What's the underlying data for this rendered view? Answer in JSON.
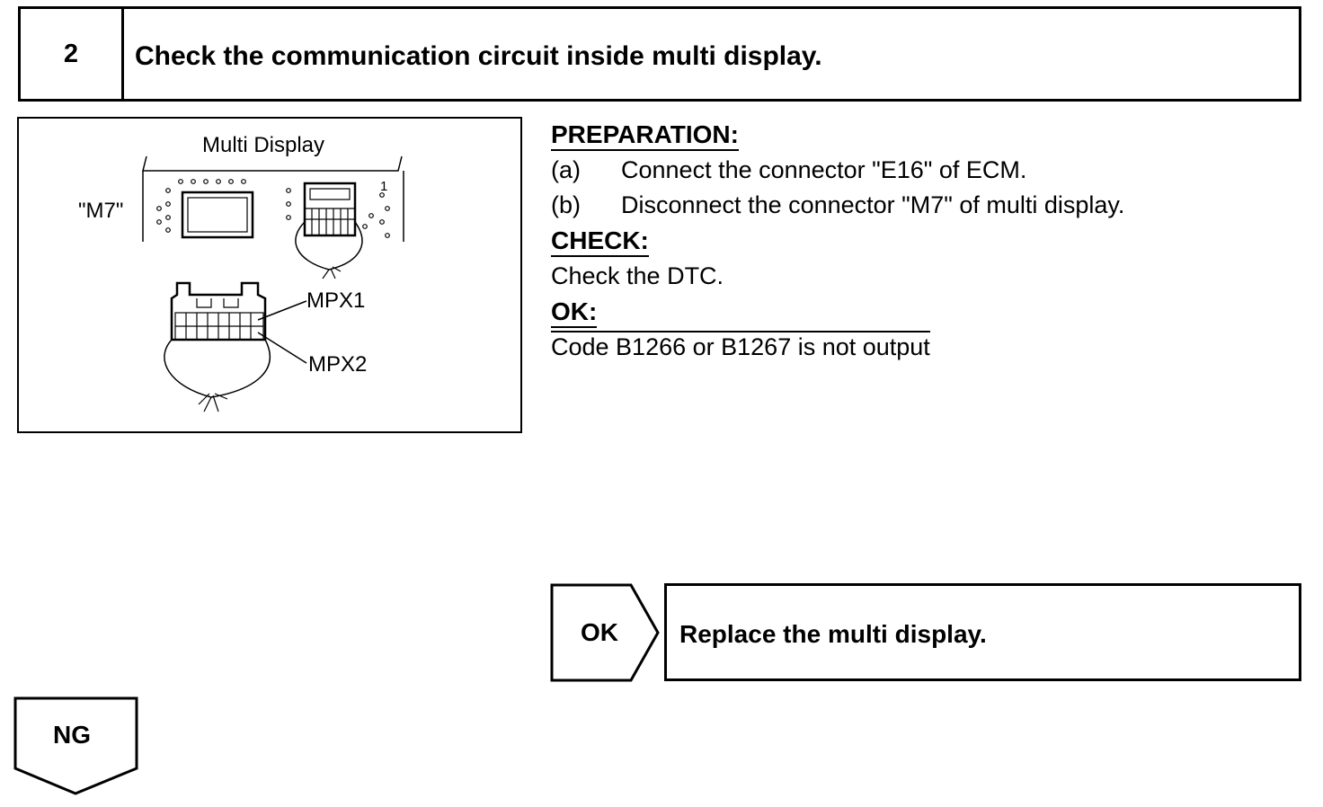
{
  "step": {
    "number": "2",
    "title": "Check the communication circuit inside multi display."
  },
  "figure": {
    "title": "Multi Display",
    "connector_label": "\"M7\"",
    "pin_label_1": "1",
    "callout_1": "MPX1",
    "callout_2": "MPX2"
  },
  "procedure": {
    "preparation_heading": "PREPARATION:",
    "steps": [
      {
        "key": "(a)",
        "text": "Connect the connector \"E16\" of ECM."
      },
      {
        "key": "(b)",
        "text": "Disconnect the connector \"M7\" of multi display."
      }
    ],
    "check_heading": "CHECK:",
    "check_text": "Check the DTC.",
    "ok_heading": "OK:",
    "ok_text": "Code B1266 or B1267 is not output"
  },
  "result_ok": {
    "label": "OK",
    "action": "Replace the multi display."
  },
  "result_ng": {
    "label": "NG"
  }
}
